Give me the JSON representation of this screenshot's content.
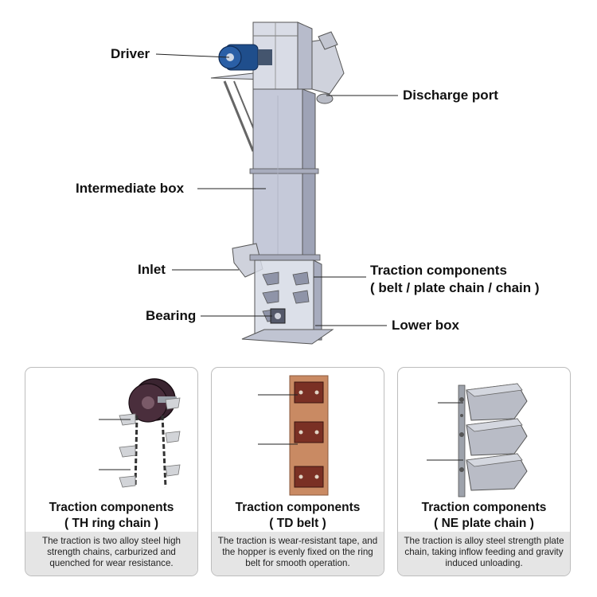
{
  "labels": {
    "driver": "Driver",
    "discharge_port": "Discharge port",
    "intermediate_box": "Intermediate box",
    "inlet": "Inlet",
    "traction_line1": "Traction components",
    "traction_line2": "( belt / plate chain / chain )",
    "bearing": "Bearing",
    "lower_box": "Lower box"
  },
  "cards": [
    {
      "title": "Traction components",
      "subtitle": "( TH ring chain )",
      "description": "The traction is two alloy steel high strength chains, carburized and quenched for wear resistance."
    },
    {
      "title": "Traction components",
      "subtitle": "( TD belt )",
      "description": "The traction is wear-resistant tape, and the hopper is evenly fixed on the ring belt for smooth operation."
    },
    {
      "title": "Traction components",
      "subtitle": "( NE plate chain )",
      "description": "The traction is alloy steel strength plate chain, taking inflow feeding and gravity induced unloading."
    }
  ],
  "colors": {
    "casing": "#c5c9d9",
    "casing_dark": "#8f94a8",
    "motor": "#1f4e8c",
    "belt": "#c98a63",
    "hopper": "#b9bcc6",
    "chain": "#444444",
    "card_footer": "#e5e5e5"
  }
}
